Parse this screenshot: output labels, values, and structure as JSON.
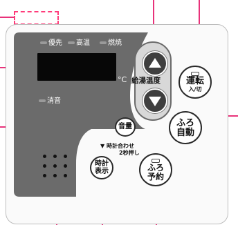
{
  "indicators": {
    "priority": "優先",
    "high_temp": "高温",
    "burning": "燃焼",
    "mute": "消音"
  },
  "display": {
    "unit": "°C"
  },
  "water_temp": {
    "label": "給湯温度",
    "up_icon": "triangle-up-icon",
    "down_icon": "triangle-down-icon"
  },
  "buttons": {
    "power": {
      "line1": "運転",
      "line2": "入/切"
    },
    "bath_auto": {
      "line1": "ふろ",
      "line2": "自動"
    },
    "volume": {
      "label": "音量"
    },
    "clock": {
      "line1": "時計",
      "line2": "表示"
    },
    "bath_reserve": {
      "line1": "ふろ",
      "line2": "予約"
    }
  },
  "clock_hint": {
    "marker": "▼",
    "line1": "時計合わせ",
    "line2": "2秒押し"
  },
  "colors": {
    "leader": "#e8327a",
    "dashed_box": "#ff3b7a",
    "dark_panel": "#6b6b6b",
    "lcd": "#070707"
  }
}
